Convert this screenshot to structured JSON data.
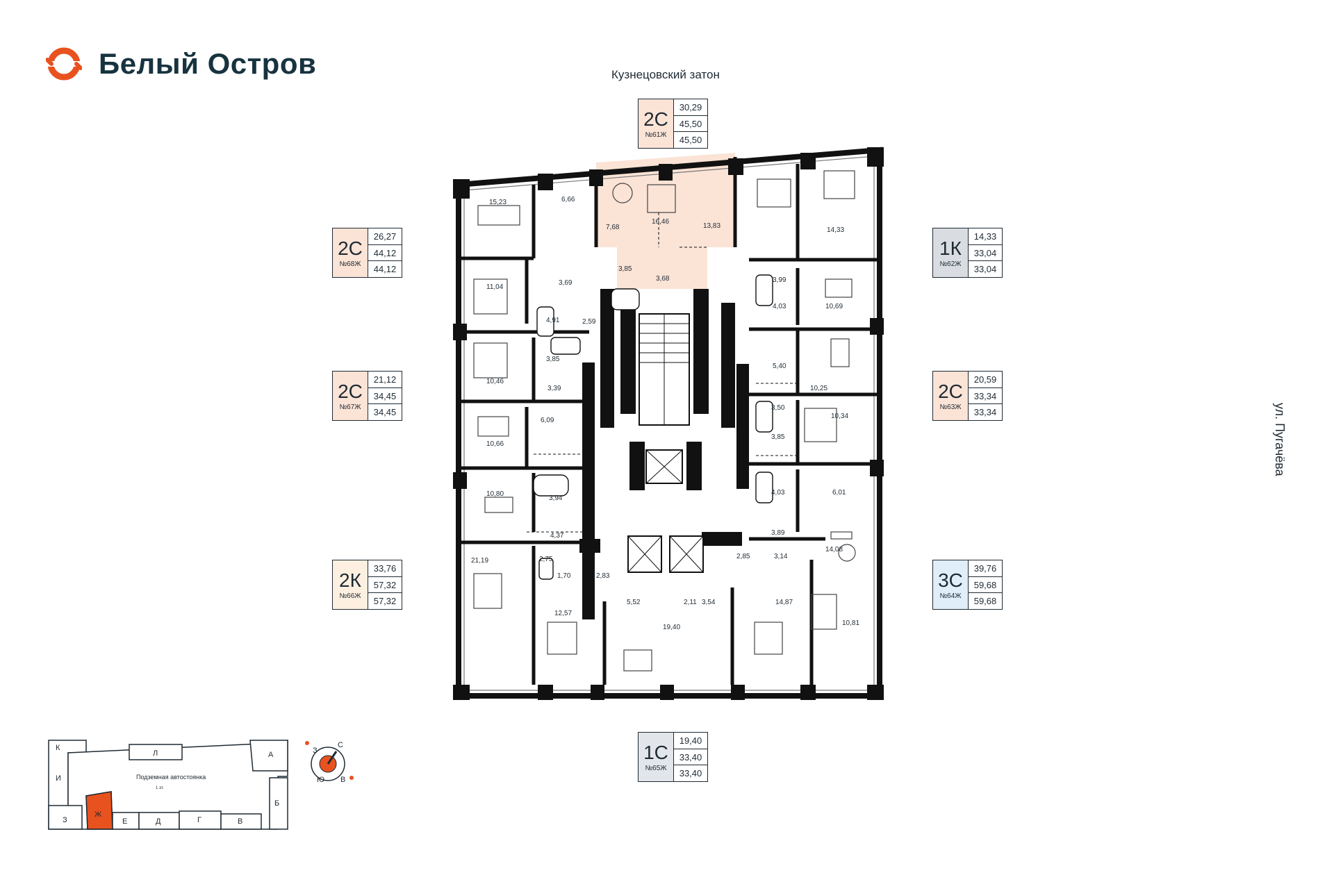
{
  "brand": {
    "name": "Белый Остров",
    "color": "#e8521f"
  },
  "streets": {
    "top": "Кузнецовский затон",
    "right": "ул. Пугачёва"
  },
  "apartments": [
    {
      "id": "61",
      "code": "2С",
      "number": "№61Ж",
      "areas": [
        "30,29",
        "45,50",
        "45,50"
      ],
      "bg": "#fbe3d6"
    },
    {
      "id": "68",
      "code": "2С",
      "number": "№68Ж",
      "areas": [
        "26,27",
        "44,12",
        "44,12"
      ],
      "bg": "#fbe3d6"
    },
    {
      "id": "67",
      "code": "2С",
      "number": "№67Ж",
      "areas": [
        "21,12",
        "34,45",
        "34,45"
      ],
      "bg": "#fbe3d6"
    },
    {
      "id": "66",
      "code": "2К",
      "number": "№66Ж",
      "areas": [
        "33,76",
        "57,32",
        "57,32"
      ],
      "bg": "#fdf0e0"
    },
    {
      "id": "62",
      "code": "1К",
      "number": "№62Ж",
      "areas": [
        "14,33",
        "33,04",
        "33,04"
      ],
      "bg": "#d9dde1"
    },
    {
      "id": "63",
      "code": "2С",
      "number": "№63Ж",
      "areas": [
        "20,59",
        "33,34",
        "33,34"
      ],
      "bg": "#fbe3d6"
    },
    {
      "id": "64",
      "code": "3С",
      "number": "№64Ж",
      "areas": [
        "39,76",
        "59,68",
        "59,68"
      ],
      "bg": "#dfeef8"
    },
    {
      "id": "65",
      "code": "1С",
      "number": "№65Ж",
      "areas": [
        "19,40",
        "33,40",
        "33,40"
      ],
      "bg": "#e2e6ea"
    }
  ],
  "rooms": [
    "15,23",
    "6,66",
    "7,68",
    "16,46",
    "13,83",
    "14,33",
    "11,04",
    "3,69",
    "3,85",
    "3,68",
    "3,99",
    "4,03",
    "10,69",
    "4,91",
    "2,59",
    "10,46",
    "3,85",
    "3,39",
    "5,40",
    "10,25",
    "10,66",
    "6,09",
    "3,50",
    "10,34",
    "3,85",
    "10,80",
    "3,94",
    "4,03",
    "6,01",
    "4,37",
    "3,89",
    "21,19",
    "2,75",
    "1,70",
    "2,83",
    "2,85",
    "3,14",
    "14,08",
    "12,57",
    "5,52",
    "2,11",
    "3,54",
    "14,87",
    "19,40",
    "10,81"
  ],
  "key_plan": {
    "sections": [
      "К",
      "Л",
      "А",
      "И",
      "Б",
      "З",
      "Ж",
      "Е",
      "Д",
      "Г",
      "В"
    ],
    "center_label": "Подземная автостоянка",
    "center_sublabel": "1 эт.",
    "highlight_color": "#e8521f"
  },
  "compass": {
    "n": "С",
    "s": "Ю",
    "w": "З",
    "e": "В"
  }
}
